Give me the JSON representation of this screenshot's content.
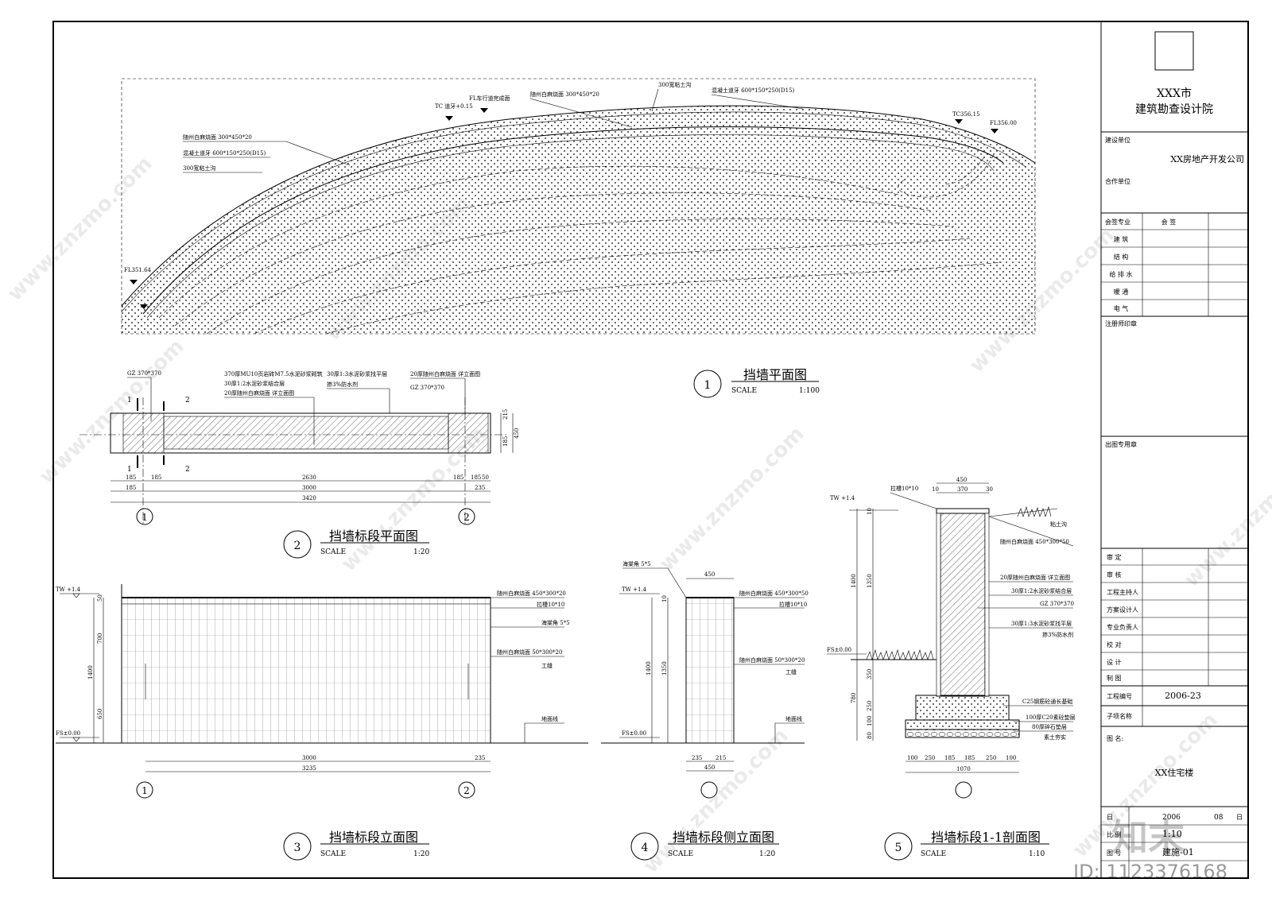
{
  "title_block": {
    "institute_line1": "XXX市",
    "institute_line2": "建筑勘查设计院",
    "owner_label": "建设单位",
    "owner_value": "XX房地产开发公司",
    "partner_label": "合作单位",
    "sign_header_a": "会签专业",
    "sign_header_b": "会  签",
    "disciplines": [
      "建  筑",
      "结  构",
      "给 排 水",
      "暖  通",
      "电  气"
    ],
    "seal_label": "注册师印章",
    "print_label": "出图专用章",
    "roles": [
      "审  定",
      "审  核",
      "工程主持人",
      "方案设计人",
      "专业负责人",
      "校  对",
      "设  计",
      "制  图"
    ],
    "project_no_label": "工程编号",
    "project_no": "2006-23",
    "sub_item_label": "子项名称",
    "drawing_name_label": "图  名:",
    "drawing_name": "XX住宅楼",
    "date_label": "日",
    "date_value": "2006",
    "date_day": "08",
    "date_unit": "日",
    "scale_label": "比  例",
    "scale_value": "1:10",
    "sheet_label": "图  号",
    "sheet_value": "建施-01"
  },
  "views": [
    {
      "num": "1",
      "title": "挡墙平面图",
      "scale_label": "SCALE",
      "scale": "1:100"
    },
    {
      "num": "2",
      "title": "挡墙标段平面图",
      "scale_label": "SCALE",
      "scale": "1:20"
    },
    {
      "num": "3",
      "title": "挡墙标段立面图",
      "scale_label": "SCALE",
      "scale": "1:20"
    },
    {
      "num": "4",
      "title": "挡墙标段侧立面图",
      "scale_label": "SCALE",
      "scale": "1:20"
    },
    {
      "num": "5",
      "title": "挡墙标段1-1剖面图",
      "scale_label": "SCALE",
      "scale": "1:10"
    }
  ],
  "plan_notes": {
    "a": "FL车行道完成面",
    "b": "TC 道牙+0.15",
    "c": "随州白麻烧面 300*450*20",
    "d": "300宽粘土沟",
    "e": "混凝土道牙 600*150*250(D15)",
    "f": "随州白麻烧面 300*450*20",
    "g": "混凝土道牙 600*150*250(D15)",
    "h": "300宽粘土沟",
    "i": "TC356.15",
    "j": "FL356.00",
    "k": "FL351.64"
  },
  "segment_plan": {
    "notes": [
      "GZ 370*370",
      "370厚MU10页岩砖M7.5水泥砂浆砌筑",
      "30厚1:2水泥砂浆结合层",
      "20厚随州白麻烧面 详立面图",
      "30厚1:3水泥砂浆找平层",
      "掺3%防水剂",
      "20厚随州白麻烧面 详立面图",
      "GZ 370*370"
    ],
    "dims_row1": [
      "185",
      "185",
      "2630",
      "185",
      "185",
      "50"
    ],
    "dims_row2": [
      "185",
      "3000",
      "235"
    ],
    "dims_total": "3420",
    "right_dims": [
      "215",
      "185",
      "450"
    ],
    "cut_marks": [
      "1",
      "2",
      "1",
      "2"
    ],
    "axes": [
      "1",
      "2"
    ]
  },
  "elevation": {
    "tw": "TW +1.4",
    "fs": "FS±0.00",
    "notes": [
      "随州白麻烧面 450*300*20",
      "拉槽10*10",
      "海棠角 5*5",
      "随州白麻烧面 50*300*20",
      "工缝",
      "地面线"
    ],
    "vdims": [
      "50",
      "700",
      "1400",
      "650"
    ],
    "hdims": [
      "3000",
      "235",
      "3235"
    ],
    "axes": [
      "1",
      "2"
    ]
  },
  "side": {
    "notes": [
      "海棠角 5*5",
      "随州白麻烧面 450*300*50",
      "拉槽10*10",
      "随州白麻烧面 50*300*20",
      "工缝",
      "地面线"
    ],
    "tw": "TW +1.4",
    "fs": "FS±0.00",
    "top_dim": "450",
    "vdims": [
      "10",
      "1400",
      "1350"
    ],
    "hdims": [
      "235",
      "215"
    ],
    "total": "450"
  },
  "section": {
    "notes": [
      "拉槽10*10",
      "粘土沟",
      "随州白麻烧面 450*300*50",
      "20厚随州白麻烧面 详立面图",
      "30厚1:2水泥砂浆结合层",
      "GZ 370*370",
      "30厚1:3水泥砂浆找平层",
      "掺3%防水剂",
      "C25钢筋砼通长基础",
      "100厚C20素砼垫层",
      "80厚碎石垫层",
      "素土夯实"
    ],
    "tw": "TW +1.4",
    "fs": "FS±0.00",
    "top_dims": [
      "450",
      "10",
      "370",
      "30"
    ],
    "vdims": [
      "10",
      "1400",
      "1350",
      "350",
      "780",
      "250",
      "100",
      "80"
    ],
    "bottom_dims": [
      "100",
      "250",
      "185",
      "185",
      "250",
      "100"
    ],
    "total": "1070"
  },
  "watermark": {
    "site": "www.znzmo.com",
    "brand": "知末",
    "id": "ID: 1123376168"
  }
}
